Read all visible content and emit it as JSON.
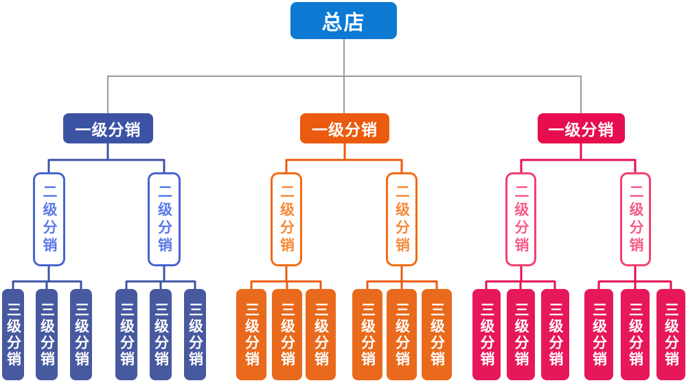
{
  "root": {
    "label": "总店",
    "fill": "#0C7AD3",
    "text_color": "#FFFFFF"
  },
  "connectors": {
    "trunk_color": "#9A9A9A"
  },
  "branches": [
    {
      "name": "branch-blue",
      "accent": "#3C53A4",
      "l2_border": "#4763CD",
      "l2_text_color": "#5A78E8",
      "l3_fill": "#47599F",
      "l1": {
        "label": "一级分销"
      },
      "l2": [
        {
          "label": "二级分销",
          "children": [
            "三级分销",
            "三级分销",
            "三级分销"
          ]
        },
        {
          "label": "二级分销",
          "children": [
            "三级分销",
            "三级分销",
            "三级分销"
          ]
        }
      ]
    },
    {
      "name": "branch-orange",
      "accent": "#EB5A0F",
      "l2_border": "#F26A12",
      "l2_text_color": "#F68937",
      "l3_fill": "#E96A1C",
      "l1": {
        "label": "一级分销"
      },
      "l2": [
        {
          "label": "二级分销",
          "children": [
            "三级分销",
            "三级分销",
            "三级分销"
          ]
        },
        {
          "label": "二级分销",
          "children": [
            "三级分销",
            "三级分销",
            "三级分销"
          ]
        }
      ]
    },
    {
      "name": "branch-pink",
      "accent": "#E60E4F",
      "l2_border": "#F43F6C",
      "l2_text_color": "#F75B86",
      "l3_fill": "#E7185A",
      "l1": {
        "label": "一级分销"
      },
      "l2": [
        {
          "label": "二级分销",
          "children": [
            "三级分销",
            "三级分销",
            "三级分销"
          ]
        },
        {
          "label": "二级分销",
          "children": [
            "三级分销",
            "三级分销",
            "三级分销"
          ]
        }
      ]
    }
  ]
}
